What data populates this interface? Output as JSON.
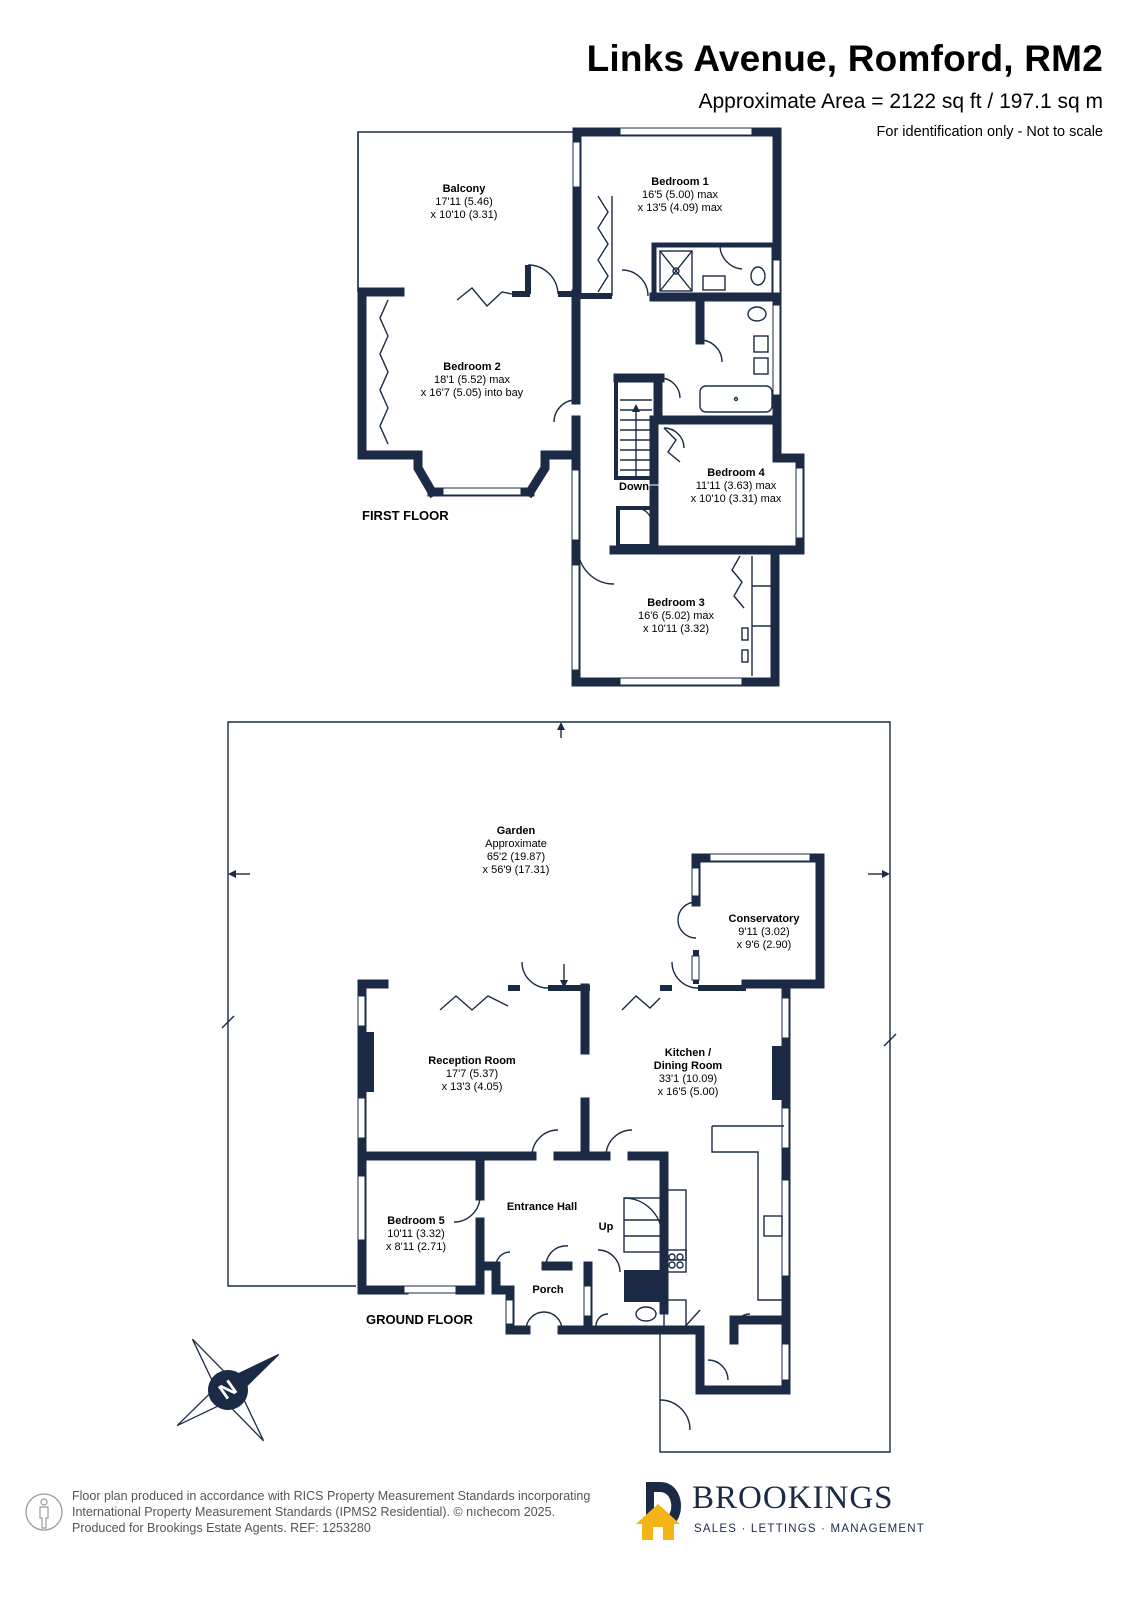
{
  "header": {
    "title": "Links Avenue, Romford, RM2",
    "area": "Approximate Area = 2122 sq ft / 197.1 sq m",
    "note": "For identification only - Not to scale"
  },
  "first_floor": {
    "label": "FIRST FLOOR",
    "rooms": [
      {
        "name": "Balcony",
        "dim1": "17'11 (5.46)",
        "dim2": "x 10'10 (3.31)"
      },
      {
        "name": "Bedroom 1",
        "dim1": "16'5 (5.00) max",
        "dim2": "x 13'5 (4.09) max"
      },
      {
        "name": "Bedroom 2",
        "dim1": "18'1 (5.52) max",
        "dim2": "x 16'7 (5.05) into bay"
      },
      {
        "name": "Bedroom 4",
        "dim1": "11'11 (3.63) max",
        "dim2": "x 10'10 (3.31) max"
      },
      {
        "name": "Bedroom 3",
        "dim1": "16'6 (5.02) max",
        "dim2": "x 10'11 (3.32)"
      }
    ],
    "stairs_label": "Down"
  },
  "ground_floor": {
    "label": "GROUND FLOOR",
    "garden": {
      "name": "Garden",
      "line1": "Approximate",
      "dim1": "65'2 (19.87)",
      "dim2": "x 56'9 (17.31)"
    },
    "rooms": [
      {
        "name": "Conservatory",
        "dim1": "9'11 (3.02)",
        "dim2": "x 9'6 (2.90)"
      },
      {
        "name": "Reception Room",
        "dim1": "17'7 (5.37)",
        "dim2": "x 13'3 (4.05)"
      },
      {
        "name": "Kitchen /",
        "name2": "Dining Room",
        "dim1": "33'1 (10.09)",
        "dim2": "x 16'5 (5.00)"
      },
      {
        "name": "Bedroom 5",
        "dim1": "10'11 (3.32)",
        "dim2": "x 8'11 (2.71)"
      },
      {
        "name": "Entrance Hall"
      },
      {
        "name": "Porch"
      }
    ],
    "stairs_label": "Up"
  },
  "compass": {
    "letter": "N"
  },
  "footer": {
    "line1": "Floor plan produced in accordance with RICS Property Measurement Standards incorporating",
    "line2": "International Property Measurement Standards (IPMS2 Residential).   © nıchecom 2025.",
    "line3": "Produced for Brookings Estate Agents.   REF:  1253280",
    "brand": "BROOKINGS",
    "brand_sub": "SALES · LETTINGS · MANAGEMENT"
  },
  "colors": {
    "wall": "#1c2b45",
    "logo_gold": "#f2b417"
  }
}
